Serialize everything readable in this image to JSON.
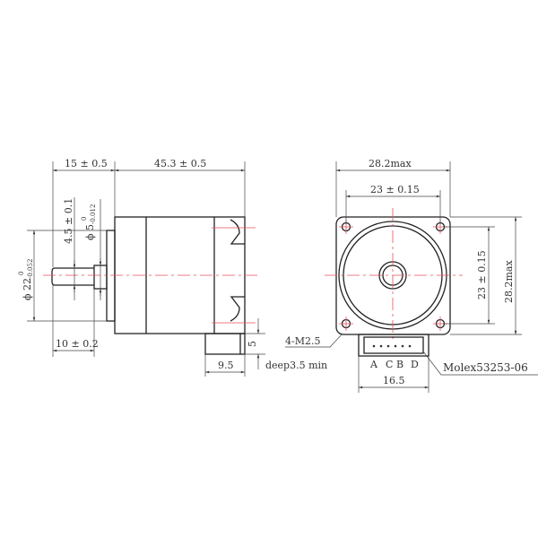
{
  "side_view": {
    "shaft_length": "15 ± 0.5",
    "body_length": "45.3 ± 0.5",
    "shaft_flat": "4.5 ± 0.1",
    "shaft_diameter": "ϕ 5",
    "shaft_diameter_tol_upper": "0",
    "shaft_diameter_tol_lower": "-0.012",
    "pilot_diameter": "ϕ 22",
    "pilot_diameter_tol_upper": "0",
    "pilot_diameter_tol_lower": "-0.052",
    "flat_length": "10 ± 0.2",
    "connector_height": "5",
    "connector_width": "9.5",
    "screw_depth": "deep3.5 min"
  },
  "front_view": {
    "overall_width": "28.2max",
    "hole_spacing_h": "23 ± 0.15",
    "hole_spacing_v": "23 ± 0.15",
    "overall_height": "28.2max",
    "mounting_holes": "4-M2.5",
    "connector_width": "16.5",
    "pin_labels": [
      "A",
      "C",
      "B",
      "D"
    ],
    "connector_model": "Molex53253-06"
  },
  "colors": {
    "outline": "#222222",
    "centerline": "#e8505a"
  }
}
